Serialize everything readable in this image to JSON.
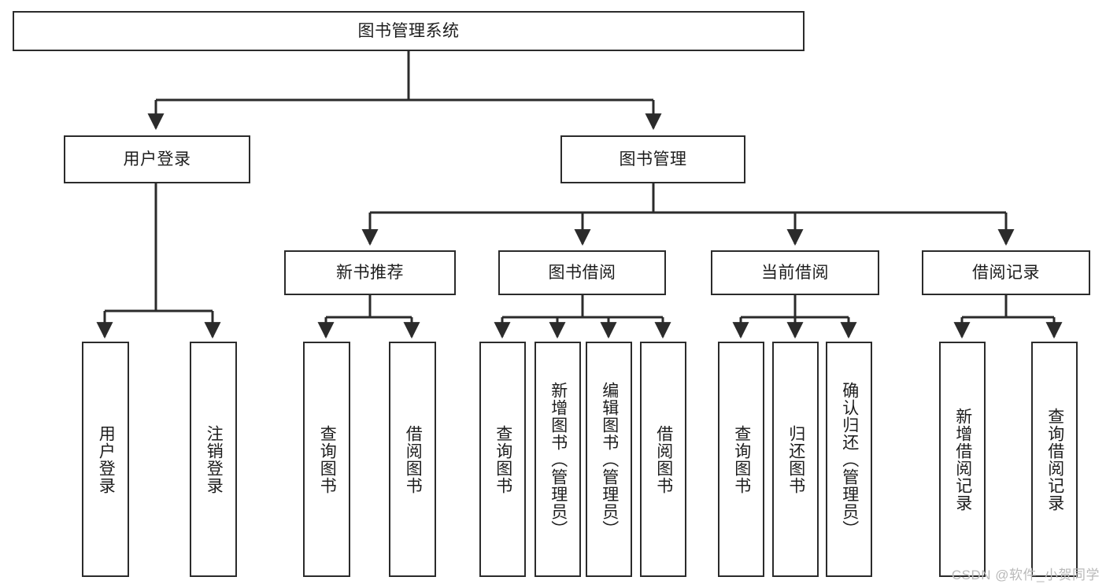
{
  "diagram": {
    "type": "tree",
    "title": "图书管理系统",
    "background_color": "#ffffff",
    "line_color": "#2b2b2b",
    "box_border_color": "#2b2b2b",
    "text_color": "#1d1d1d",
    "watermark": "CSDN @软件_小贺同学",
    "levels": {
      "root": {
        "label": "图书管理系统"
      },
      "level2": [
        {
          "id": "user-login",
          "label": "用户登录"
        },
        {
          "id": "book-manage",
          "label": "图书管理"
        }
      ],
      "level3": [
        {
          "id": "new-book-recommend",
          "label": "新书推荐",
          "parent": "book-manage"
        },
        {
          "id": "book-borrow",
          "label": "图书借阅",
          "parent": "book-manage"
        },
        {
          "id": "current-borrow",
          "label": "当前借阅",
          "parent": "book-manage"
        },
        {
          "id": "borrow-record",
          "label": "借阅记录",
          "parent": "book-manage"
        }
      ],
      "leaves": [
        {
          "id": "leaf-user-login",
          "label": "用户登录",
          "parent": "user-login"
        },
        {
          "id": "leaf-logout",
          "label": "注销登录",
          "parent": "user-login"
        },
        {
          "id": "leaf-query-book-1",
          "label": "查询图书",
          "parent": "new-book-recommend"
        },
        {
          "id": "leaf-borrow-book-1",
          "label": "借阅图书",
          "parent": "new-book-recommend"
        },
        {
          "id": "leaf-query-book-2",
          "label": "查询图书",
          "parent": "book-borrow"
        },
        {
          "id": "leaf-add-book",
          "label": "新增图书（管理员）",
          "parent": "book-borrow"
        },
        {
          "id": "leaf-edit-book",
          "label": "编辑图书（管理员）",
          "parent": "book-borrow"
        },
        {
          "id": "leaf-borrow-book-2",
          "label": "借阅图书",
          "parent": "book-borrow"
        },
        {
          "id": "leaf-query-book-3",
          "label": "查询图书",
          "parent": "current-borrow"
        },
        {
          "id": "leaf-return-book",
          "label": "归还图书",
          "parent": "current-borrow"
        },
        {
          "id": "leaf-confirm-return",
          "label": "确认归还（管理员）",
          "parent": "current-borrow"
        },
        {
          "id": "leaf-add-record",
          "label": "新增借阅记录",
          "parent": "borrow-record"
        },
        {
          "id": "leaf-query-record",
          "label": "查询借阅记录",
          "parent": "borrow-record"
        }
      ]
    }
  }
}
